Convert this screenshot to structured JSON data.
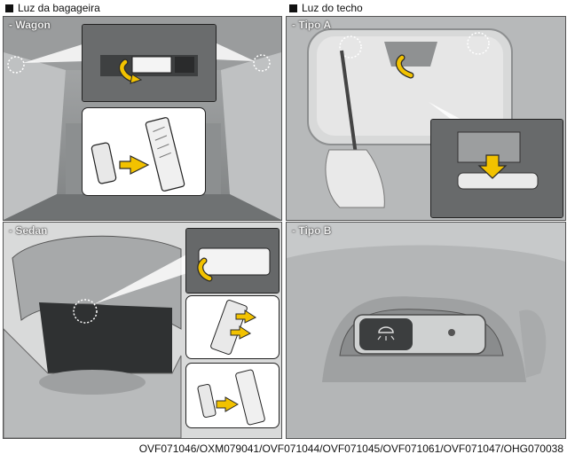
{
  "headers": {
    "left": "Luz da bagageira",
    "right": "Luz do techo"
  },
  "labels": {
    "wagon": "- Wagon",
    "sedan": "- Sedan",
    "tipo_a": "- Tipo A",
    "tipo_b": "- Tipo B"
  },
  "footer": "OVF071046/OXM079041/OVF071044/OVF071045/OVF071061/OVF071047/OHG070038",
  "colors": {
    "arrow_fill": "#f2c200",
    "arrow_outline": "#2a2a2a",
    "panel_gray": "#cfd0d0"
  },
  "icons": {
    "header_marker": "black-square",
    "pointer": "yellow-arrow",
    "roof_light_symbol": "dome-light-icon"
  }
}
